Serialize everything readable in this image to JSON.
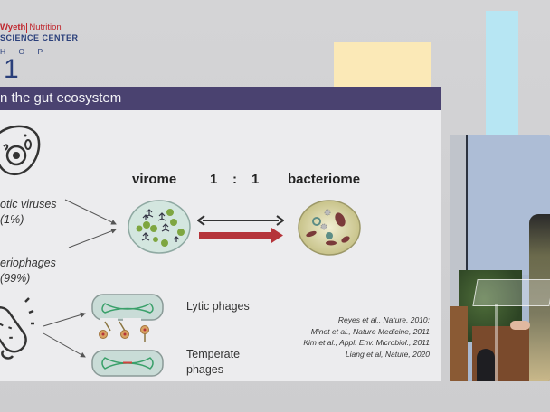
{
  "header": {
    "logo_brand": "Wyeth",
    "logo_brand_suffix": "Nutrition",
    "logo_subtitle": "SCIENCE CENTER",
    "workshop_fragment": "H O P",
    "day_number": "1"
  },
  "slide": {
    "title": "n the gut ecosystem",
    "left_labels": {
      "eukaryotic": "otic viruses",
      "eukaryotic_pct": "(1%)",
      "bacteriophages": "eriophages",
      "bacteriophages_pct": "(99%)"
    },
    "ratio": {
      "left": "virome",
      "num_left": "1",
      "sep": ":",
      "num_right": "1",
      "right": "bacteriome"
    },
    "phage_types": {
      "lytic": "Lytic phages",
      "temperate_line1": "Temperate",
      "temperate_line2": "phages"
    },
    "references": [
      "Reyes et al., Nature, 2010;",
      "Minot et al., Nature Medicine, 2011",
      "Kim et al., Appl. Env. Microbiol., 2011",
      "Liang et al, Nature, 2020"
    ],
    "colors": {
      "header_bg": "#4a4270",
      "arrow_red": "#b5343a",
      "virome_fill": "#cfe3dc",
      "bacteriome_fill": "#d9d5a8"
    }
  },
  "decor": {
    "yellow_block": "#fbe9b7",
    "cyan_block": "#b7e6f3"
  },
  "video": {
    "label": "speaker-video-feed"
  }
}
